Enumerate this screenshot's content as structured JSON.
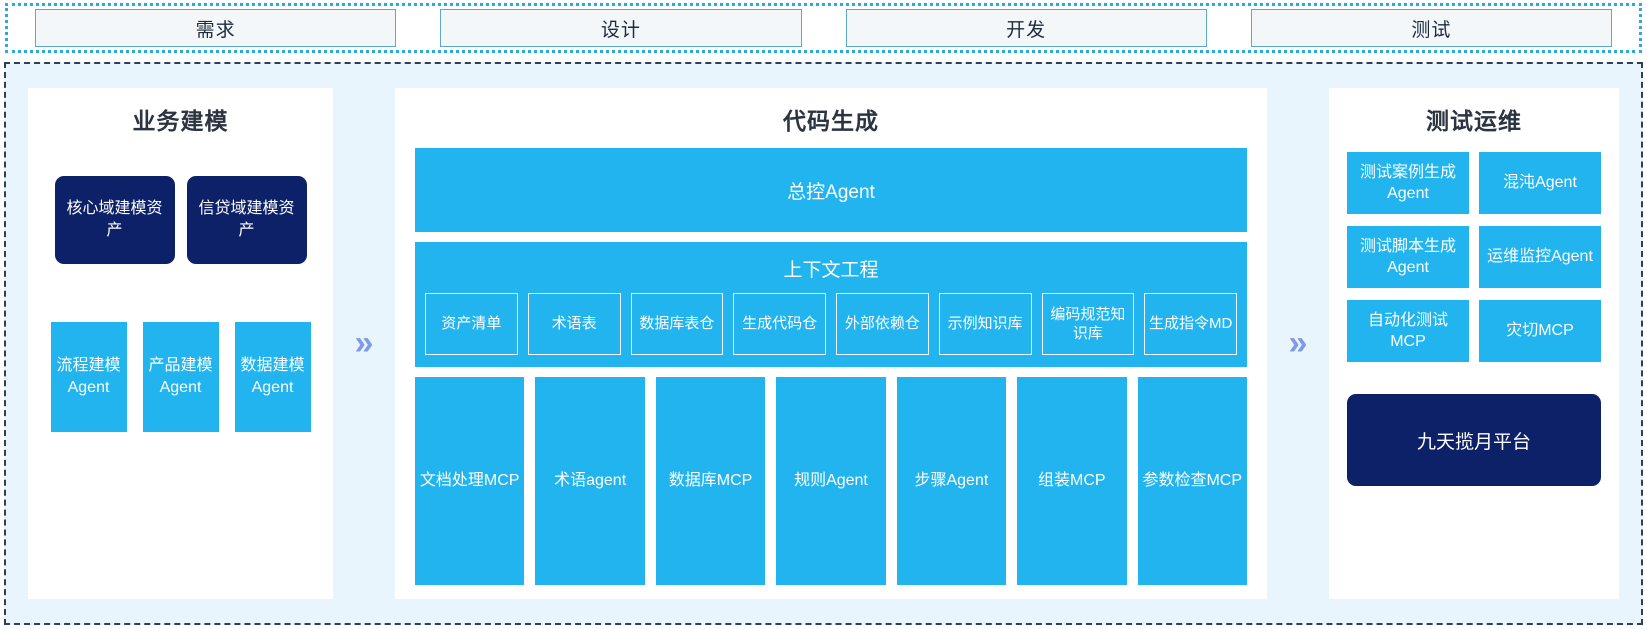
{
  "phases": [
    {
      "label": "需求"
    },
    {
      "label": "设计"
    },
    {
      "label": "开发"
    },
    {
      "label": "测试"
    }
  ],
  "separators": {
    "chevron_glyph": "»",
    "chevron_color": "#7f9ae8"
  },
  "colors": {
    "cyan": "#21b4ef",
    "navy": "#0d2169",
    "canvas_bg": "#e9f5fd",
    "panel_bg": "#ffffff",
    "phase_border": "#5fa8c8",
    "strip_border": "#2aa9dd"
  },
  "left_panel": {
    "title": "业务建模",
    "assets": [
      {
        "label": "核心域建模资产"
      },
      {
        "label": "信贷域建模资产"
      }
    ],
    "agents": [
      {
        "label": "流程建模Agent"
      },
      {
        "label": "产品建模Agent"
      },
      {
        "label": "数据建模Agent"
      }
    ]
  },
  "center_panel": {
    "title": "代码生成",
    "master_agent": "总控Agent",
    "context": {
      "title": "上下文工程",
      "items": [
        {
          "label": "资产清单"
        },
        {
          "label": "术语表"
        },
        {
          "label": "数据库表仓"
        },
        {
          "label": "生成代码仓"
        },
        {
          "label": "外部依赖仓"
        },
        {
          "label": "示例知识库"
        },
        {
          "label": "编码规范知识库"
        },
        {
          "label": "生成指令MD"
        }
      ]
    },
    "tools": [
      {
        "label": "文档处理MCP"
      },
      {
        "label": "术语agent"
      },
      {
        "label": "数据库MCP"
      },
      {
        "label": "规则Agent"
      },
      {
        "label": "步骤Agent"
      },
      {
        "label": "组装MCP"
      },
      {
        "label": "参数检查MCP"
      }
    ]
  },
  "right_panel": {
    "title": "测试运维",
    "cards": [
      {
        "label": "测试案例生成Agent"
      },
      {
        "label": "混沌Agent"
      },
      {
        "label": "测试脚本生成Agent"
      },
      {
        "label": "运维监控Agent"
      },
      {
        "label": "自动化测试MCP"
      },
      {
        "label": "灾切MCP"
      }
    ],
    "platform": "九天揽月平台"
  }
}
